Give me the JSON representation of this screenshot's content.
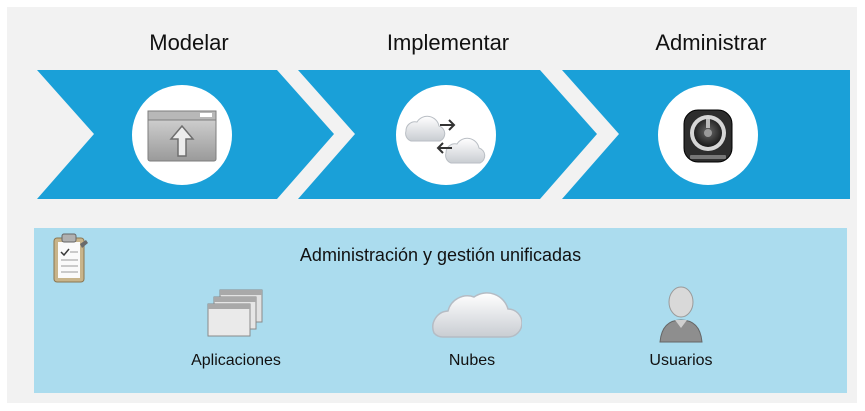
{
  "stages": [
    {
      "label": "Modelar",
      "icon": "window-upload-icon"
    },
    {
      "label": "Implementar",
      "icon": "cloud-sync-icon"
    },
    {
      "label": "Administrar",
      "icon": "gauge-monitor-icon"
    }
  ],
  "panel": {
    "title": "Administración y gestión unificadas",
    "icon": "clipboard-checklist-icon",
    "items": [
      {
        "label": "Aplicaciones",
        "icon": "stacked-windows-icon"
      },
      {
        "label": "Nubes",
        "icon": "cloud-icon"
      },
      {
        "label": "Usuarios",
        "icon": "user-icon"
      }
    ]
  },
  "colors": {
    "chevron": "#1aa0d8",
    "panel": "#abdcee",
    "frame": "#f2f2f2"
  }
}
